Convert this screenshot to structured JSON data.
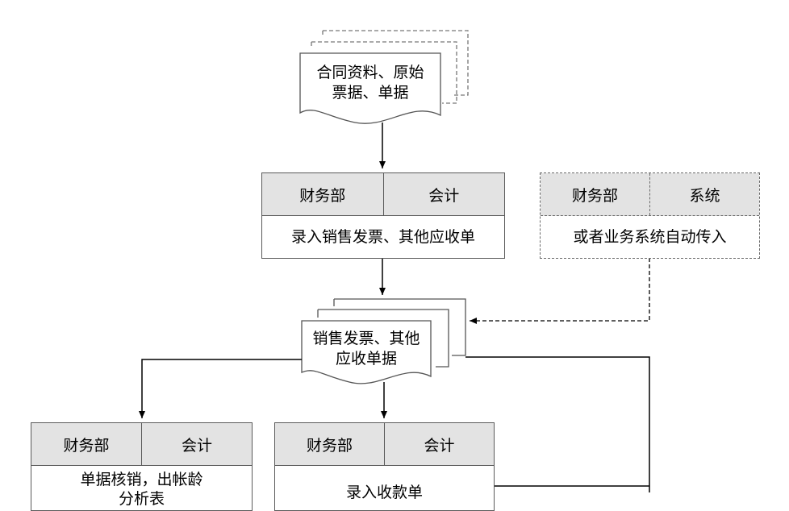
{
  "doc_source": {
    "line1": "合同资料、原始",
    "line2": "票据、单据"
  },
  "entry_box": {
    "dept": "财务部",
    "role": "会计",
    "task": "录入销售发票、其他应收单"
  },
  "auto_box": {
    "dept": "财务部",
    "role": "系统",
    "task": "或者业务系统自动传入"
  },
  "doc_invoices": {
    "line1": "销售发票、其他",
    "line2": "应收单据"
  },
  "writeoff_box": {
    "dept": "财务部",
    "role": "会计",
    "task_line1": "单据核销，出帐龄",
    "task_line2": "分析表"
  },
  "receipt_box": {
    "dept": "财务部",
    "role": "会计",
    "task": "录入收款单"
  }
}
